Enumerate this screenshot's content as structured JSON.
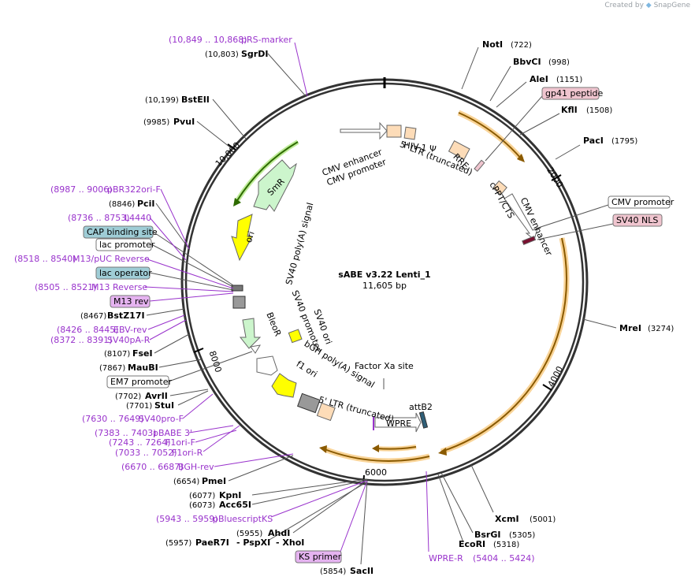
{
  "title": "sABE v3.22 Lenti_1",
  "length": "11,605 bp",
  "credit": {
    "prefix": "Created by",
    "brand": "SnapGene"
  },
  "ring_ticks": [
    "2000",
    "4000",
    "6000",
    "8000",
    "10,000"
  ],
  "colors": {
    "orange_arrow": "#f5a623",
    "green_arrow": "#66cc33",
    "yellow": "#ffff00",
    "peach": "#fddcb8",
    "gray": "#999999",
    "primer": "#9933cc",
    "pink": "#f0c5cf",
    "tag_blue": "#9fcdd6",
    "tag_purple": "#e5b3f0"
  },
  "sites": [
    {
      "name": "NotI",
      "pos": "(722)"
    },
    {
      "name": "BbvCI",
      "pos": "(998)"
    },
    {
      "name": "AleI",
      "pos": "(1151)"
    },
    {
      "name": "gp41 peptide",
      "pos": ""
    },
    {
      "name": "KflI",
      "pos": "(1508)"
    },
    {
      "name": "PacI",
      "pos": "(1795)"
    },
    {
      "name": "CMV promoter",
      "pos": ""
    },
    {
      "name": "SV40 NLS",
      "pos": ""
    },
    {
      "name": "MreI",
      "pos": "(3274)"
    },
    {
      "name": "XcmI",
      "pos": "(5001)"
    },
    {
      "name": "BsrGI",
      "pos": "(5305)"
    },
    {
      "name": "EcoRI",
      "pos": "(5318)"
    },
    {
      "name": "WPRE-R",
      "pos": "(5404 .. 5424)"
    },
    {
      "name": "SacII",
      "pos": "(5854)"
    },
    {
      "name": "KS primer",
      "pos": ""
    },
    {
      "name": "AhdI",
      "pos": "(5957)"
    },
    {
      "name": "PaeR7I",
      "pos": "(5955)"
    },
    {
      "name": "- PspXI",
      "pos": ""
    },
    {
      "name": "- XhoI",
      "pos": ""
    },
    {
      "name": "pBluescriptKS",
      "pos": "(5943 .. 5959)"
    },
    {
      "name": "KpnI",
      "pos": "(6077)"
    },
    {
      "name": "Acc65I",
      "pos": "(6073)"
    },
    {
      "name": "PmeI",
      "pos": "(6654)"
    },
    {
      "name": "BGH-rev",
      "pos": "(6670 .. 6687)"
    },
    {
      "name": "F1ori-R",
      "pos": "(7033 .. 7052)"
    },
    {
      "name": "F1ori-F",
      "pos": "(7243 .. 7264)"
    },
    {
      "name": "pBABE 3'",
      "pos": "(7383 .. 7403)"
    },
    {
      "name": "SV40pro-F",
      "pos": "(7630 .. 7649)"
    },
    {
      "name": "StuI",
      "pos": "(7701)"
    },
    {
      "name": "AvrII",
      "pos": "(7702)"
    },
    {
      "name": "EM7 promoter",
      "pos": ""
    },
    {
      "name": "MauBI",
      "pos": "(7867)"
    },
    {
      "name": "FseI",
      "pos": "(8107)"
    },
    {
      "name": "SV40pA-R",
      "pos": "(8372 .. 8391)"
    },
    {
      "name": "EBV-rev",
      "pos": "(8426 .. 8445)"
    },
    {
      "name": "BstZ17I",
      "pos": "(8467)"
    },
    {
      "name": "M13 rev",
      "pos": ""
    },
    {
      "name": "M13 Reverse",
      "pos": "(8505 .. 8521)"
    },
    {
      "name": "lac operator",
      "pos": ""
    },
    {
      "name": "M13/pUC Reverse",
      "pos": "(8518 .. 8540)"
    },
    {
      "name": "lac promoter",
      "pos": ""
    },
    {
      "name": "CAP binding site",
      "pos": ""
    },
    {
      "name": "L4440",
      "pos": "(8736 .. 8753)"
    },
    {
      "name": "PciI",
      "pos": "(8846)"
    },
    {
      "name": "pBR322ori-F",
      "pos": "(8987 .. 9006)"
    },
    {
      "name": "PvuI",
      "pos": "(9985)"
    },
    {
      "name": "BstEII",
      "pos": "(10,199)"
    },
    {
      "name": "SgrDI",
      "pos": "(10,803)"
    },
    {
      "name": "pRS-marker",
      "pos": "(10,849 .. 10,868)"
    }
  ],
  "features": [
    "CMV enhancer",
    "CMV promoter",
    "HIV-1 Ψ",
    "5' LTR (truncated)",
    "RRE",
    "cPPT/CTS",
    "CMV enhancer",
    "Factor Xa site",
    "attB2",
    "WPRE",
    "bGH poly(A) signal",
    "f1 ori",
    "SV40 ori",
    "SV40 promoter",
    "BleoR",
    "SV40 poly(A) signal",
    "ori",
    "SmR",
    "5' LTR (truncated)"
  ]
}
